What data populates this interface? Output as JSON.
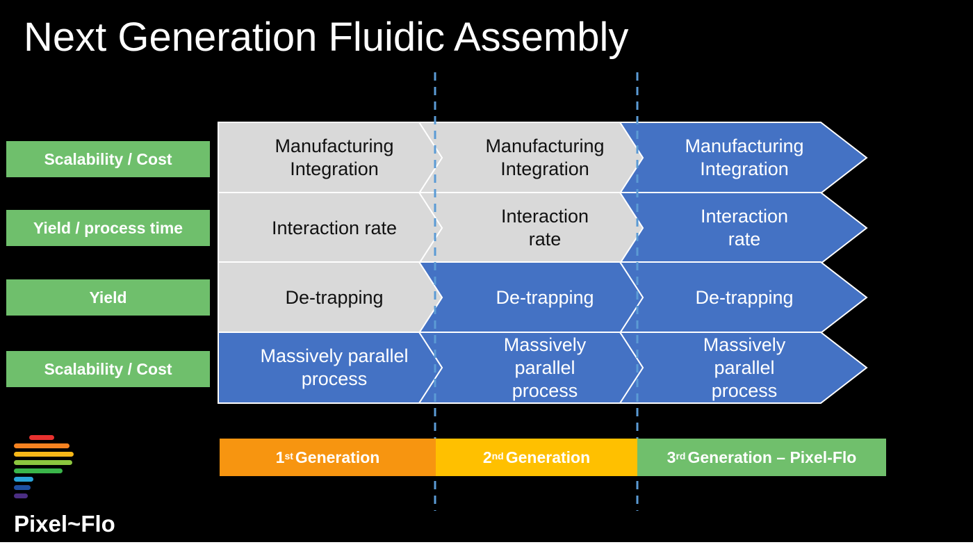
{
  "title": "Next Generation Fluidic Assembly",
  "row_labels": [
    "Scalability / Cost",
    "Yield / process time",
    "Yield",
    "Scalability / Cost"
  ],
  "cells": [
    [
      {
        "text": "Manufacturing\nIntegration",
        "style": "gray"
      },
      {
        "text": "Manufacturing\nIntegration",
        "style": "gray"
      },
      {
        "text": "Manufacturing\nIntegration",
        "style": "blue"
      }
    ],
    [
      {
        "text": "Interaction rate",
        "style": "gray"
      },
      {
        "text": "Interaction\nrate",
        "style": "gray"
      },
      {
        "text": "Interaction\nrate",
        "style": "blue"
      }
    ],
    [
      {
        "text": "De-trapping",
        "style": "gray"
      },
      {
        "text": "De-trapping",
        "style": "blue"
      },
      {
        "text": "De-trapping",
        "style": "blue"
      }
    ],
    [
      {
        "text": "Massively parallel\nprocess",
        "style": "blue"
      },
      {
        "text": "Massively\nparallel\nprocess",
        "style": "blue"
      },
      {
        "text": "Massively\nparallel\nprocess",
        "style": "blue"
      }
    ]
  ],
  "generations": [
    {
      "num": "1",
      "sup": "st",
      "label": "Generation",
      "color": "#f79510"
    },
    {
      "num": "2",
      "sup": "nd",
      "label": "Generation",
      "color": "#ffc000"
    },
    {
      "num": "3",
      "sup": "rd",
      "label": "Generation – Pixel-Flo",
      "color": "#70bf6c"
    }
  ],
  "colors": {
    "gray_cell": "#d9d9d9",
    "blue_cell": "#4472c4",
    "label_green": "#6fbf6c",
    "divider": "#5b9bd5"
  },
  "logo": {
    "text": "Pixel~Flo",
    "stripe_colors": [
      "#e8312f",
      "#f58220",
      "#f7b718",
      "#8cc63f",
      "#3ab54a",
      "#2aa3d9",
      "#1e4fa3",
      "#4b2e83"
    ]
  }
}
